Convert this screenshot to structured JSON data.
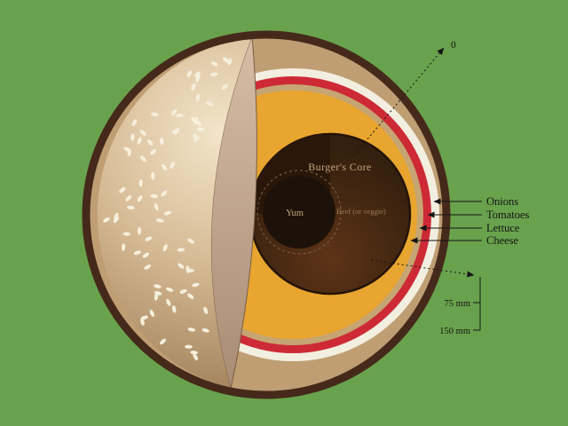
{
  "diagram": {
    "core_title": "Burger's Core",
    "core_label": "Yum",
    "core_sublabel": "Beef (or veggie)",
    "layer_labels": [
      "Onions",
      "Tomatoes",
      "Lettuce",
      "Cheese"
    ],
    "scale": {
      "surface_zero": "0",
      "mid": "75 mm",
      "end": "150 mm"
    },
    "colors": {
      "background": "#69a24d",
      "outline": "#45291a",
      "bun_crumb": "#bf9e73",
      "onion_white": "#f2eee0",
      "tomato_red": "#cd2a36",
      "lettuce_tan": "#c6a572",
      "cheese_orange": "#e8a52f",
      "patty_cut_face": "#2a1709",
      "inner_core": "#1d120a",
      "seed": "#f5efdc",
      "label_ink": "#141414",
      "patty_text": "#c7a67c",
      "beef_text": "#9c7a56"
    }
  }
}
